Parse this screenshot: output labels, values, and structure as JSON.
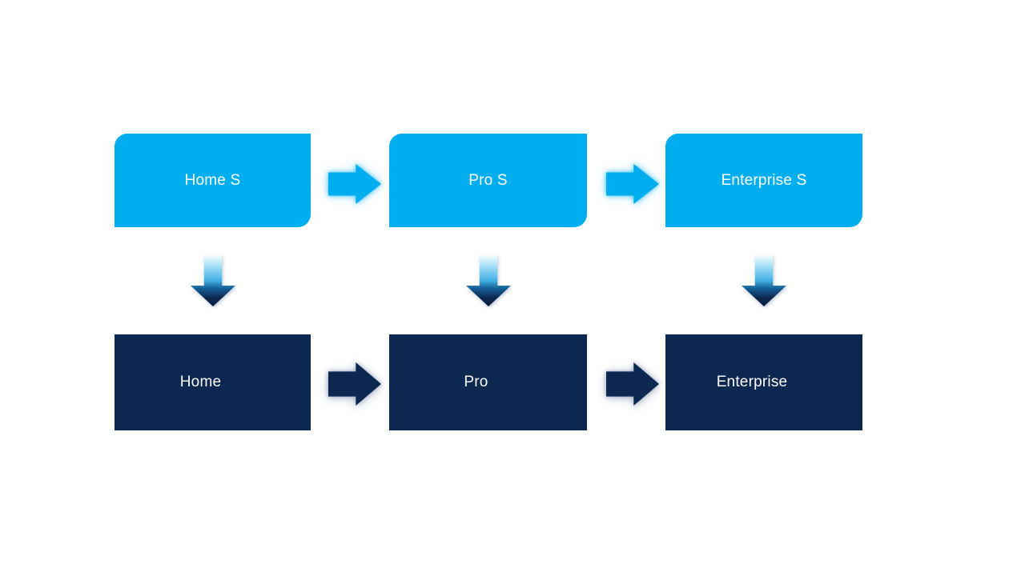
{
  "page": {
    "background": "#FFFFFF"
  },
  "colors": {
    "top_box_fill": "#00AEEF",
    "bottom_box_fill": "#0C2750",
    "label_text": "#FFFFFF",
    "top_arrow_fill": "#00AEEF",
    "bottom_arrow_fill": "#0C2750",
    "down_arrow_gradient_top": "#FFFFFF",
    "down_arrow_gradient_mid": "#45B2E6",
    "down_arrow_gradient_bottom": "#0C2750"
  },
  "diagram": {
    "type": "flow",
    "columns": [
      {
        "top_label": "Home S",
        "bottom_label": "Home"
      },
      {
        "top_label": "Pro S",
        "bottom_label": "Pro"
      },
      {
        "top_label": "Enterprise S",
        "bottom_label": "Enterprise"
      }
    ],
    "connectors": {
      "horizontal_icon": "right-arrow",
      "vertical_icon": "down-arrow"
    }
  }
}
